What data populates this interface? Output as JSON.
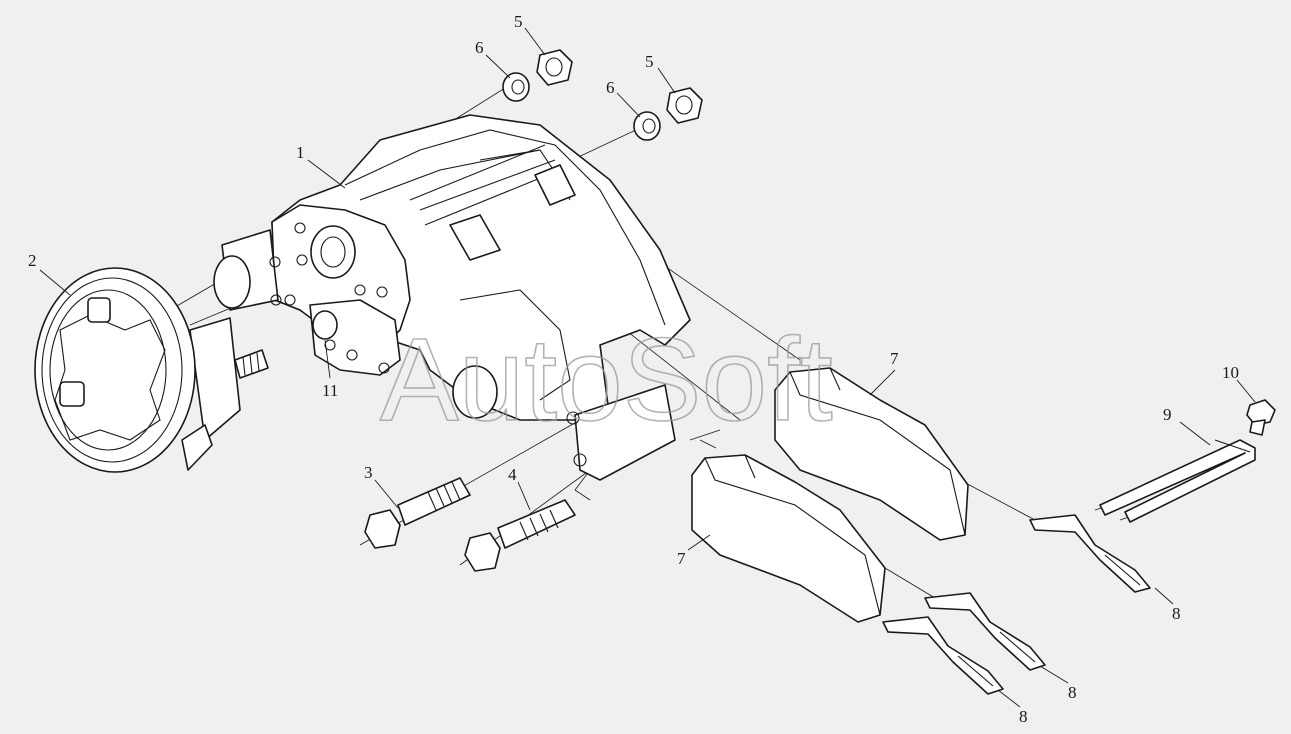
{
  "watermark": "AutoSoft",
  "callouts": [
    {
      "id": "c1",
      "label": "1"
    },
    {
      "id": "c2",
      "label": "2"
    },
    {
      "id": "c3",
      "label": "3"
    },
    {
      "id": "c4",
      "label": "4"
    },
    {
      "id": "c5a",
      "label": "5"
    },
    {
      "id": "c5b",
      "label": "5"
    },
    {
      "id": "c6a",
      "label": "6"
    },
    {
      "id": "c6b",
      "label": "6"
    },
    {
      "id": "c7a",
      "label": "7"
    },
    {
      "id": "c7b",
      "label": "7"
    },
    {
      "id": "c8a",
      "label": "8"
    },
    {
      "id": "c8b",
      "label": "8"
    },
    {
      "id": "c8c",
      "label": "8"
    },
    {
      "id": "c9",
      "label": "9"
    },
    {
      "id": "c10",
      "label": "10"
    },
    {
      "id": "c11",
      "label": "11"
    }
  ]
}
